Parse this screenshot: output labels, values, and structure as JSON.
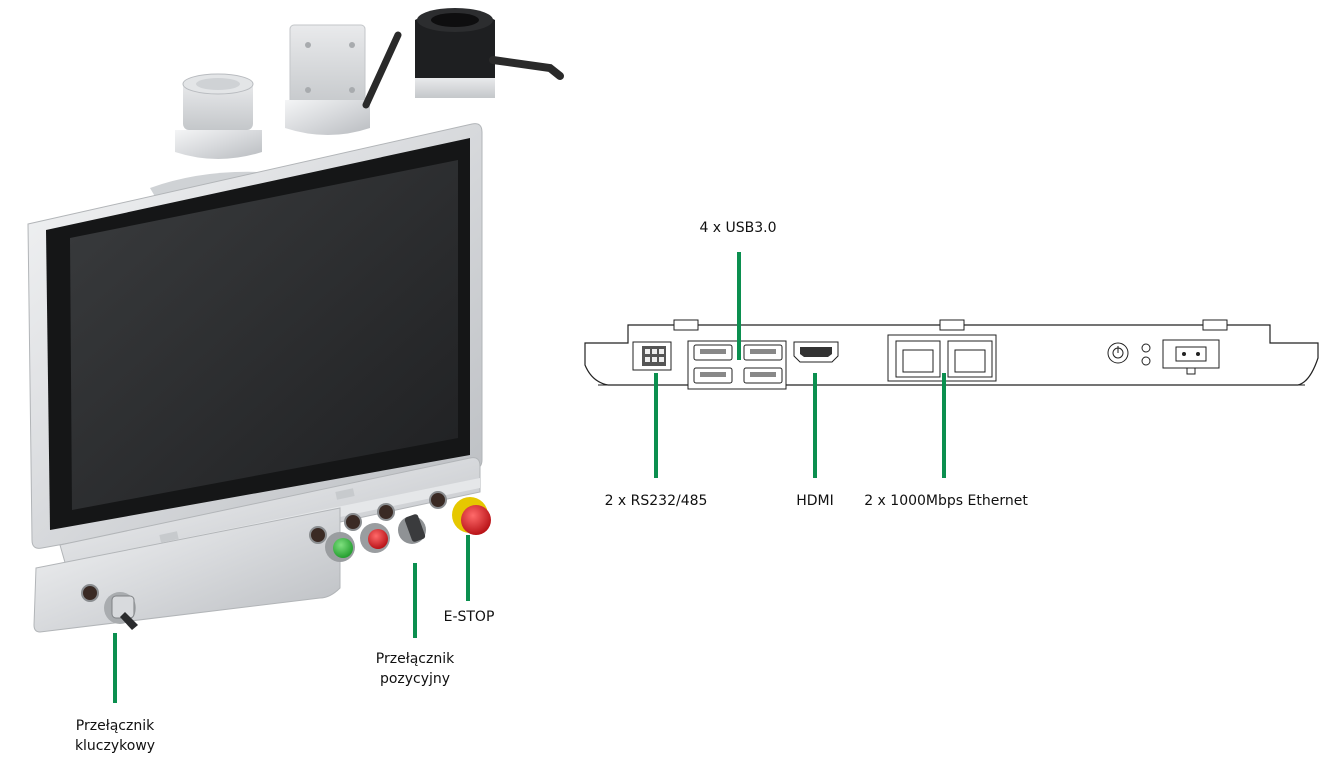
{
  "labels": {
    "usb": "4 x USB3.0",
    "serial": "2 x RS232/485",
    "hdmi": "HDMI",
    "ethernet": "2 x 1000Mbps Ethernet",
    "estop": "E-STOP",
    "position_switch_line1": "Przełącznik",
    "position_switch_line2": "pozycyjny",
    "key_switch_line1": "Przełącznik",
    "key_switch_line2": "kluczykowy"
  },
  "colors": {
    "callout_line": "#0b8f4f",
    "estop_red": "#d0121b",
    "estop_yellow": "#e6c800",
    "start_green": "#2fae3a",
    "stop_red": "#d31a1f"
  }
}
